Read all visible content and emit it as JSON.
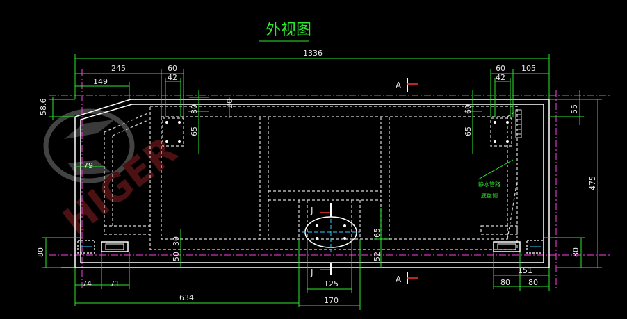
{
  "title": "外视图",
  "watermark": {
    "brand": "HIGER",
    "color": "#8a1f24",
    "logo": "higer-h-logo"
  },
  "colors": {
    "background": "#000000",
    "dimension_line": "#2ee62e",
    "dimension_text": "#e8e8e8",
    "outline": "#ffffff",
    "dashed": "#d8d8d8",
    "centerline": "#ff3fe6",
    "ellipse_center": "#33c8ff",
    "section_mark": "#ff3030"
  },
  "dimensions": {
    "top": [
      "1336",
      "245",
      "149",
      "60",
      "42",
      "60",
      "42",
      "105"
    ],
    "bottom": [
      "74",
      "71",
      "634",
      "125",
      "170",
      "151",
      "80",
      "80"
    ],
    "left": [
      "58.6",
      "79",
      "80"
    ],
    "right": [
      "55",
      "475",
      "80"
    ],
    "inner": [
      "80",
      "65",
      "30",
      "65",
      "60",
      "50",
      "30",
      "65",
      "52"
    ]
  },
  "section_labels": {
    "a_top": "A",
    "a_bottom": "A",
    "j_top": "J",
    "j_bottom": "J"
  },
  "notes": [
    "静水管路",
    "底盘侧"
  ]
}
